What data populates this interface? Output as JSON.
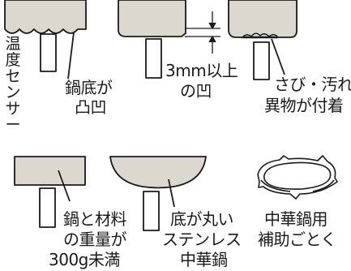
{
  "labels": {
    "temp_sensor_chars": [
      "温",
      "度",
      "セ",
      "ン",
      "サ",
      "ー"
    ],
    "uneven_bottom": [
      "鍋底が",
      "凸凹"
    ],
    "dent": [
      "3mm以上",
      "の凹"
    ],
    "rust": [
      "さび・汚れ",
      "異物が付着"
    ],
    "weight": [
      "鍋と材料",
      "の重量が",
      "300g未満"
    ],
    "round_bottom": [
      "底が丸い",
      "ステンレス",
      "中華鍋"
    ],
    "wok_ring": [
      "中華鍋用",
      "補助ごとく"
    ]
  },
  "colors": {
    "pot_fill": "#ddd8cf",
    "line": "#1a1a1a",
    "background": "#ffffff"
  }
}
